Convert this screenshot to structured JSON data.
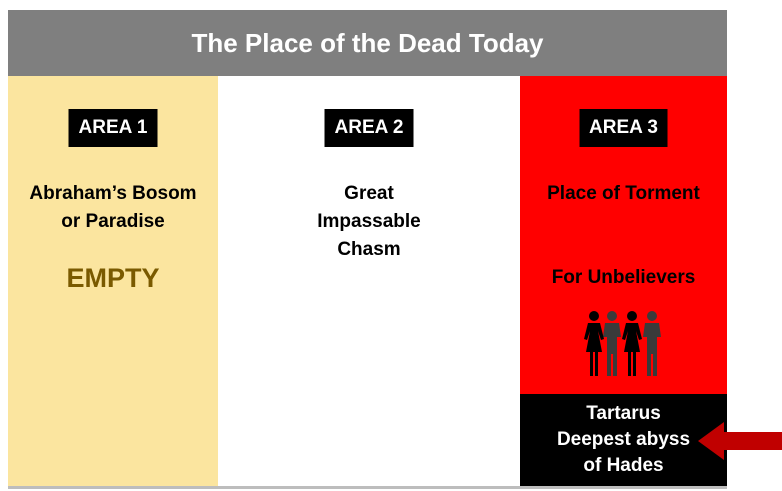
{
  "title": "The Place of the Dead Today",
  "areas": [
    {
      "badge": "AREA 1",
      "lines": [
        "Abraham’s Bosom",
        "or Paradise"
      ],
      "status": "EMPTY"
    },
    {
      "badge": "AREA 2",
      "lines": [
        "Great",
        "Impassable",
        "Chasm"
      ]
    },
    {
      "badge": "AREA 3",
      "line": "Place of Torment",
      "sub": "For Unbelievers"
    }
  ],
  "tartarus": {
    "lines": [
      "Tartarus",
      "Deepest abyss",
      "of Hades"
    ]
  },
  "colors": {
    "title_bg": "#7f7f7f",
    "area1_bg": "#fbe59f",
    "area3_bg": "#ff0000",
    "empty_text": "#7a5a00",
    "arrow": "#c00000"
  },
  "icons": {
    "people": "people-group-icon",
    "arrow": "arrow-left-icon"
  }
}
